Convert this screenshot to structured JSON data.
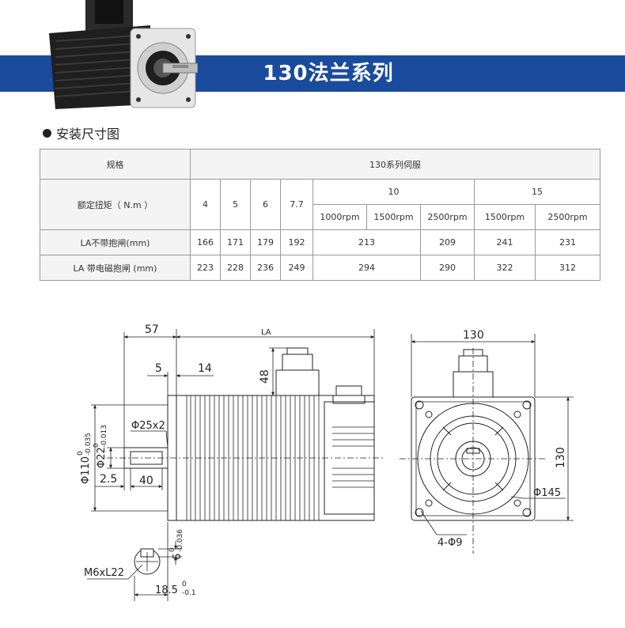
{
  "banner": {
    "title": "130法兰系列",
    "color": "#1a4b9c"
  },
  "section": {
    "heading": "安装尺寸图"
  },
  "table": {
    "spec_label": "规格",
    "series_label": "130系列伺服",
    "torque_label": "额定扭矩（ N.m ）",
    "torques": [
      "4",
      "5",
      "6",
      "7.7",
      "10",
      "15"
    ],
    "speeds": [
      "1000rpm",
      "1500rpm",
      "2500rpm",
      "1500rpm",
      "2500rpm"
    ],
    "rows": [
      {
        "label": "LA不带抱闸(mm)",
        "values": [
          "166",
          "171",
          "179",
          "192",
          "213",
          "209",
          "241",
          "231"
        ]
      },
      {
        "label": "LA 带电磁抱闸 (mm)",
        "values": [
          "223",
          "228",
          "236",
          "249",
          "294",
          "290",
          "322",
          "312"
        ]
      }
    ]
  },
  "drawing": {
    "d57": "57",
    "la": "LA",
    "d5": "5",
    "d14": "14",
    "d48": "48",
    "phi25": "Φ25x2",
    "phi22": "Φ22",
    "phi22_tol_up": "0",
    "phi22_tol_low": "-0.013",
    "phi110": "Φ110",
    "phi110_tol_up": "0",
    "phi110_tol_low": "-0.035",
    "d25": "2.5",
    "d40": "40",
    "d6": "6",
    "d6_tol_up": "0",
    "d6_tol_low": "-0.036",
    "m6": "M6xL22",
    "d185": "18.5",
    "d185_tol_up": "0",
    "d185_tol_low": "-0.1",
    "front_130_w": "130",
    "front_130_h": "130",
    "phi145": "Φ145",
    "holes": "4-Φ9"
  }
}
